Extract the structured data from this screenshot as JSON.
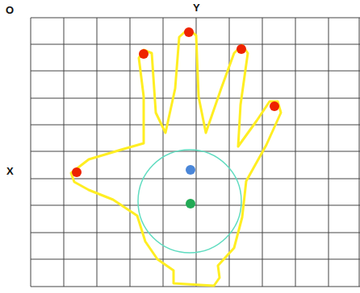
{
  "diagram": {
    "labels": [
      "O",
      "Y",
      "X"
    ]
  }
}
